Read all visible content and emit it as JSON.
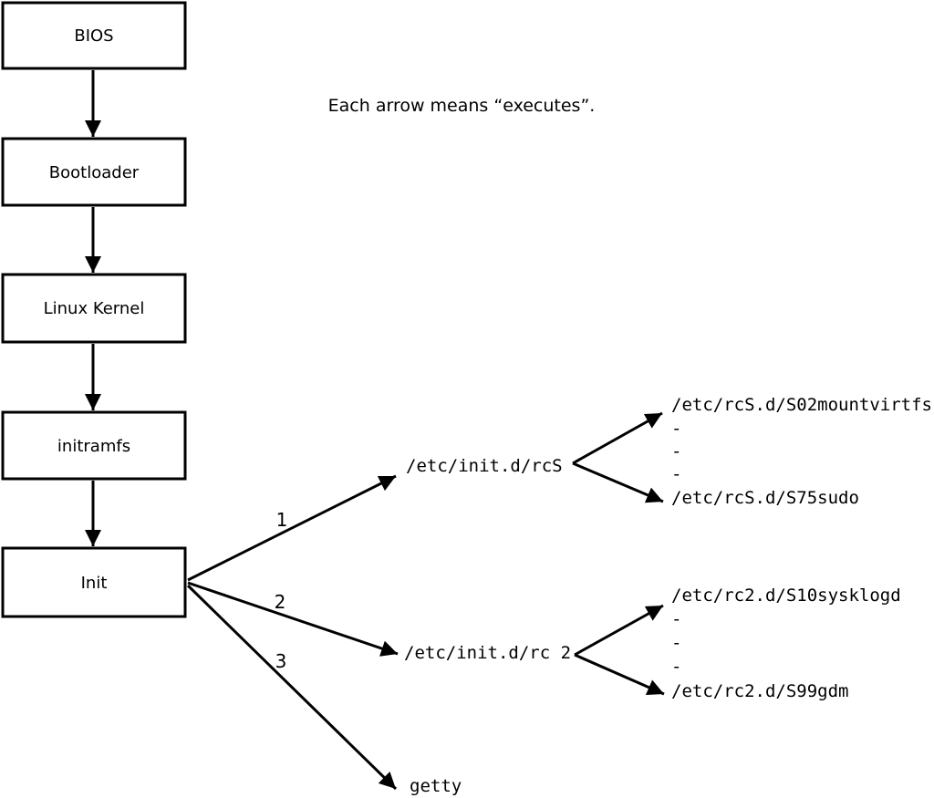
{
  "diagram": {
    "note": "Each arrow means “executes”.",
    "arrow_meaning": "executes",
    "chain": [
      {
        "label": "BIOS"
      },
      {
        "label": "Bootloader"
      },
      {
        "label": "Linux Kernel"
      },
      {
        "label": "initramfs"
      },
      {
        "label": "Init"
      }
    ],
    "branches": [
      {
        "number": "1",
        "target": "/etc/init.d/rcS",
        "children": [
          "/etc/rcS.d/S02mountvirtfs",
          "-",
          "-",
          "-",
          "/etc/rcS.d/S75sudo"
        ]
      },
      {
        "number": "2",
        "target": "/etc/init.d/rc 2",
        "children": [
          "/etc/rc2.d/S10sysklogd",
          "-",
          "-",
          "-",
          "/etc/rc2.d/S99gdm"
        ]
      },
      {
        "number": "3",
        "target": "getty",
        "children": []
      }
    ],
    "colors": {
      "ink": "#000000",
      "background": "#ffffff"
    }
  }
}
